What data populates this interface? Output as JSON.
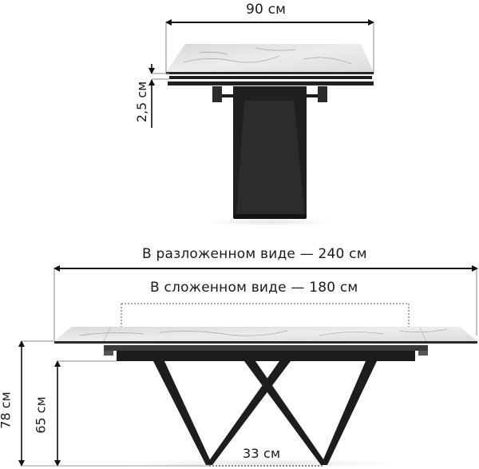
{
  "diagram": {
    "subject": "extendable table with marble-look top and black metal base",
    "colors": {
      "background": "#ffffff",
      "marble_top": "#e6e6e4",
      "marble_vein": "#9a9a98",
      "frame_black": "#1c1c1c",
      "dimension_line": "#111111",
      "guide_line": "#8a8a8a"
    },
    "side_view": {
      "width_label": "90 см",
      "thickness_label": "2,5 см"
    },
    "front_view": {
      "extended_label": "В разложенном виде — 240 см",
      "folded_label": "В сложенном виде — 180 см",
      "total_height_label": "78 см",
      "frame_height_label": "65 см",
      "leg_gap_label": "33 см"
    }
  }
}
